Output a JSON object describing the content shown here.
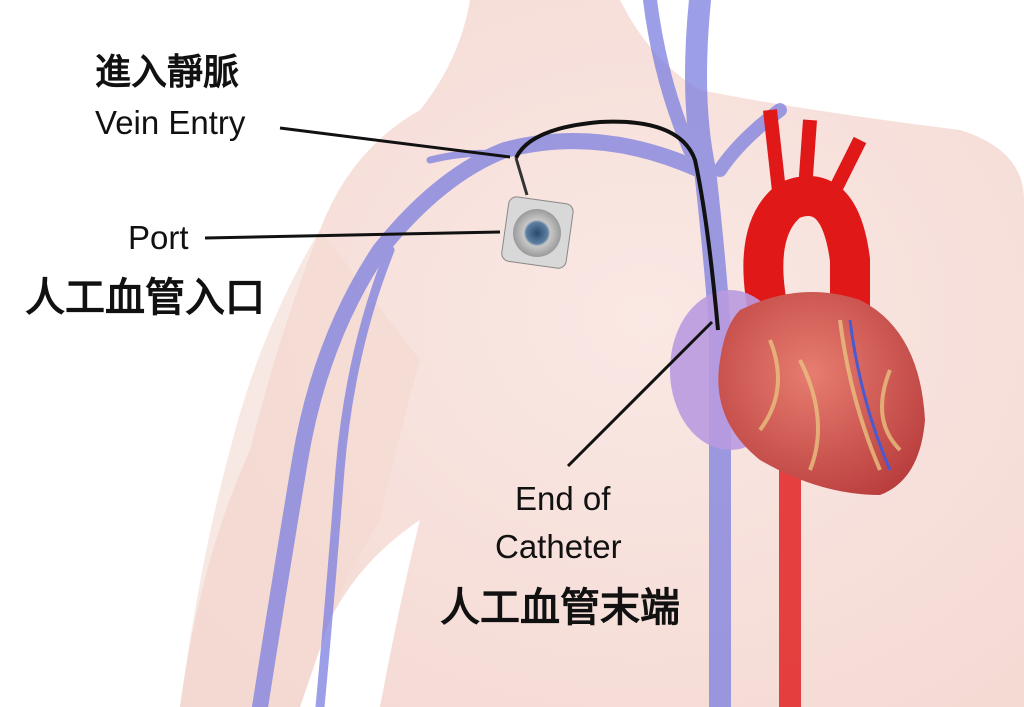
{
  "labels": {
    "vein_entry_zh": "進入靜脈",
    "vein_entry_en": "Vein Entry",
    "port_en": "Port",
    "port_zh": "人工血管入口",
    "catheter_end_en_line1": "End of",
    "catheter_end_en_line2": "Catheter",
    "catheter_end_zh": "人工血管末端"
  },
  "colors": {
    "skin": "#f6dcd6",
    "vein": "#7c7fe0",
    "artery": "#e01818",
    "heart": "#d9605a",
    "catheter": "#111111",
    "pericardium": "#b99ae0"
  }
}
